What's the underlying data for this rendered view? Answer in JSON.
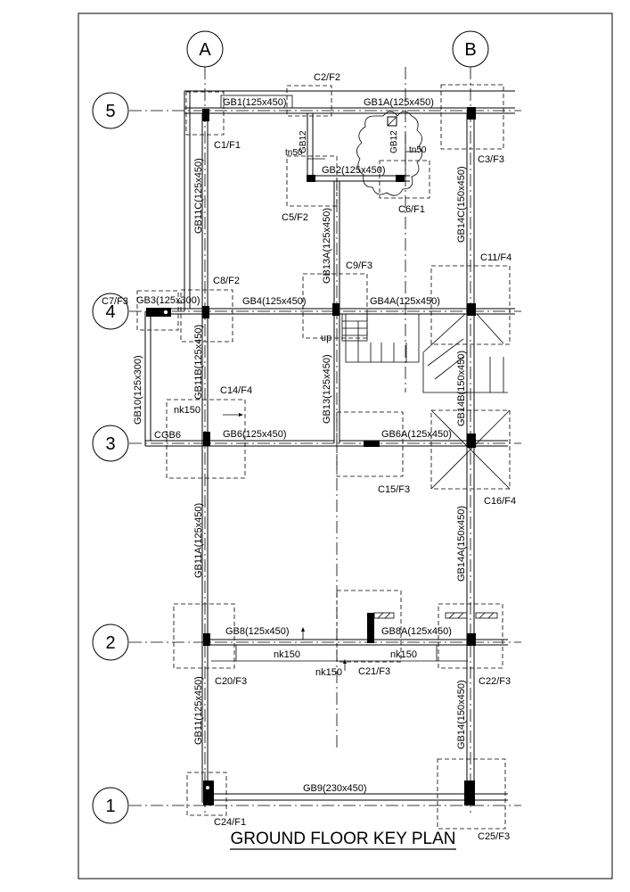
{
  "title": "GROUND FLOOR KEY PLAN",
  "grid": {
    "columns": [
      "A",
      "B"
    ],
    "rows": [
      "5",
      "4",
      "3",
      "2",
      "1"
    ]
  },
  "beams": {
    "gb1": "GB1(125x450)",
    "gb1a": "GB1A(125x450)",
    "gb12_left": "GB12",
    "gb12_right": "GB12",
    "tn50_left": "tn50",
    "tn50_right": "tn50",
    "gb2": "GB2(125x450)",
    "gb11c": "GB11C(125x450)",
    "gb14c": "GB14C(150x450)",
    "gb13a": "GB13A(125x450)",
    "gb3": "GB3(125x300)",
    "gb4": "GB4(125x450)",
    "gb4a": "GB4A(125x450)",
    "up": "up",
    "gb11b": "GB11B(125x450)",
    "gb10": "GB10(125x300)",
    "gb13": "GB13(125x450)",
    "gb14b": "GB14B(150x450)",
    "nk150_a": "nk150",
    "cgb6": "CGB6",
    "gb6": "GB6(125x450)",
    "gb6a": "GB6A(125x450)",
    "gb11a": "GB11A(125x450)",
    "gb14a": "GB14A(150x450)",
    "gb8": "GB8(125x450)",
    "gb8a": "GB8A(125x450)",
    "nk150_b": "nk150",
    "nk150_c": "nk150",
    "nk150_d": "nk150",
    "gb11": "GB11(125x450)",
    "gb14": "GB14(150x450)",
    "gb9": "GB9(230x450)"
  },
  "columns_labels": {
    "c1": "C1/F1",
    "c2": "C2/F2",
    "c3": "C3/F3",
    "c5": "C5/F2",
    "c6": "C6/F1",
    "c7": "C7/F3",
    "c8": "C8/F2",
    "c9": "C9/F3",
    "c11": "C11/F4",
    "c14": "C14/F4",
    "c15": "C15/F3",
    "c16": "C16/F4",
    "c20": "C20/F3",
    "c21": "C21/F3",
    "c22": "C22/F3",
    "c24": "C24/F1",
    "c25": "C25/F3"
  }
}
